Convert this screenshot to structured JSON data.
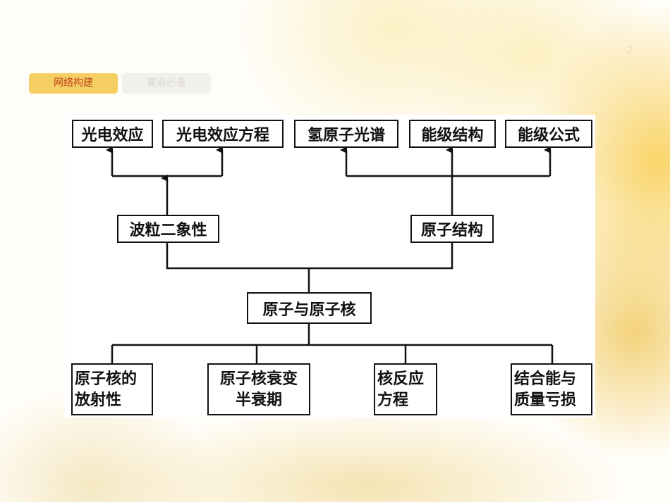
{
  "page_number": "2",
  "tabs": [
    {
      "label": "网络构建",
      "active": true
    },
    {
      "label": "要点必备",
      "active": false
    }
  ],
  "diagram": {
    "root": "原子与原子核",
    "branch_left": "波粒二象性",
    "branch_right": "原子结构",
    "top_nodes": [
      "光电效应",
      "光电效应方程",
      "氢原子光谱",
      "能级结构",
      "能级公式"
    ],
    "bottom_nodes": [
      "原子核的\n放射性",
      "原子核衰变\n半衰期",
      "核反应\n方程",
      "结合能与\n质量亏损"
    ]
  },
  "colors": {
    "tab_active_bg": "#f6cf63",
    "tab_active_text": "#b8421a",
    "tab_inactive_bg": "#f2f0ec",
    "line": "#111111"
  }
}
